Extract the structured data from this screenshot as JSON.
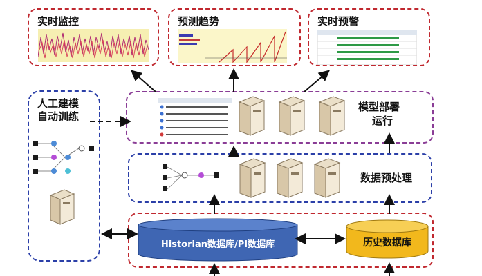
{
  "panels": {
    "realtime_monitor": {
      "title": "实时监控"
    },
    "forecast_trend": {
      "title": "预测趋势"
    },
    "realtime_alert": {
      "title": "实时预警"
    }
  },
  "left_panel": {
    "title_line1": "人工建模",
    "title_line2": "自动训练"
  },
  "model_deploy": {
    "label_line1": "模型部署",
    "label_line2": "运行"
  },
  "preprocess": {
    "label": "数据预处理"
  },
  "databases": {
    "historian": "Historian数据库/PI数据库",
    "history": "历史数据库"
  },
  "colors": {
    "red": "#c0282f",
    "purple": "#8a3d96",
    "blue": "#2b3fa8",
    "historian_db": "#3f66b3",
    "history_db": "#f2b81c"
  }
}
